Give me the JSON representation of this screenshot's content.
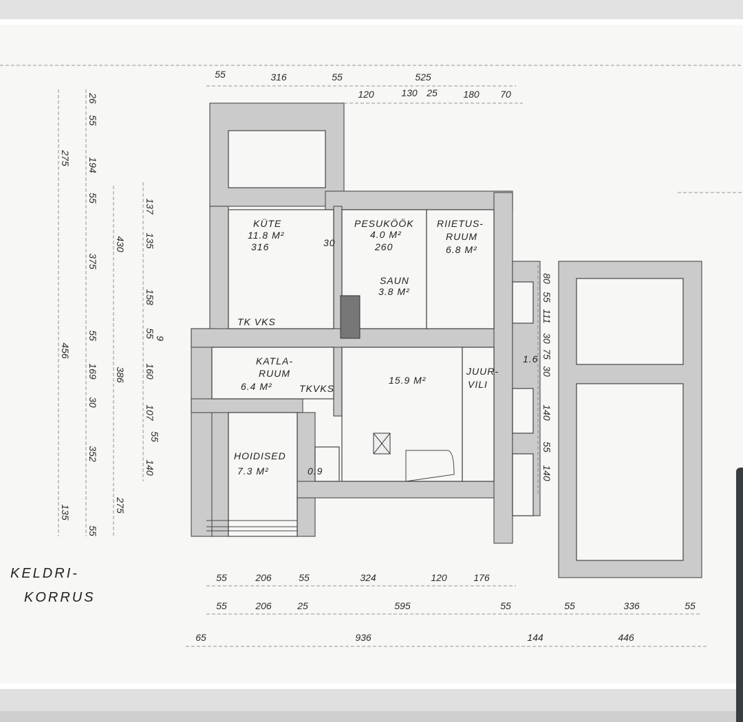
{
  "title": [
    "KELDRI-",
    "KORRUS"
  ],
  "rooms": [
    {
      "lines": [
        "KÜTE",
        "11.8 M²",
        "316"
      ]
    },
    {
      "lines": [
        "PESUKÖÖK",
        "4.0 M²",
        "260"
      ]
    },
    {
      "lines": [
        "RIIETUS-",
        "RUUM",
        "6.8 M²"
      ]
    },
    {
      "lines": [
        "SAUN",
        "3.8 M²"
      ]
    },
    {
      "lines": [
        "KATLA-",
        "RUUM",
        "6.4 M²"
      ]
    },
    {
      "lines": [
        "15.9 M²"
      ]
    },
    {
      "lines": [
        "JUUR-",
        "VILI"
      ]
    },
    {
      "lines": [
        "HOIDISED",
        "7.3 M²"
      ]
    },
    {
      "lines": [
        "0.9"
      ]
    },
    {
      "lines": [
        "1.6"
      ]
    },
    {
      "lines": [
        "TK VKS"
      ]
    },
    {
      "lines": [
        "TKVKS"
      ]
    },
    {
      "lines": [
        "30"
      ]
    }
  ],
  "dims": {
    "top_row1": [
      "55",
      "316",
      "55",
      "525"
    ],
    "top_row2": [
      "120",
      "130",
      "25",
      "180",
      "70"
    ],
    "left_col1": [
      "275",
      "456",
      "135"
    ],
    "left_col2": [
      "26",
      "55",
      "194",
      "55",
      "375",
      "55",
      "169",
      "30",
      "352",
      "55"
    ],
    "left_col3": [
      "430",
      "386",
      "275"
    ],
    "left_col4": [
      "137",
      "135",
      "158",
      "55",
      "9",
      "160",
      "107",
      "55",
      "140"
    ],
    "right_col": [
      "80",
      "55",
      "111",
      "30",
      "75",
      "30",
      "140",
      "55",
      "140"
    ],
    "bottom_row1": [
      "55",
      "206",
      "55",
      "324",
      "120",
      "176"
    ],
    "bottom_row2": [
      "55",
      "206",
      "25",
      "595",
      "55",
      "55",
      "336",
      "55"
    ],
    "bottom_row3": [
      "65",
      "936",
      "144",
      "446"
    ]
  }
}
